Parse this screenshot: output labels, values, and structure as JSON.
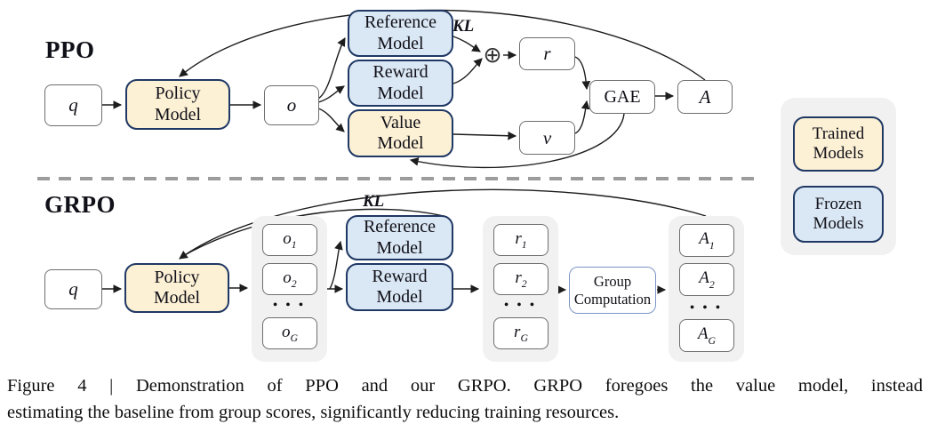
{
  "figure": {
    "caption_line1": "Figure 4 | Demonstration of PPO and our GRPO. GRPO foregoes the value model, instead",
    "caption_line2": "estimating the baseline from group scores, significantly reducing training resources."
  },
  "legend": {
    "trained_label": "Trained Models",
    "frozen_label": "Frozen Models"
  },
  "colors": {
    "trained_fill": "#FCF0D5",
    "frozen_fill": "#DAE7F4",
    "model_border": "#1F3864",
    "container_gray": "#F1F1F2"
  },
  "ppo": {
    "title": "PPO",
    "q_label": "q",
    "policy_label": "Policy Model",
    "o_label": "o",
    "reference_label": "Reference Model",
    "reward_label": "Reward Model",
    "value_label": "Value Model",
    "kl_label": "KL",
    "oplus_symbol": "⊕",
    "r_label": "r",
    "v_label": "v",
    "gae_label": "GAE",
    "a_label": "A"
  },
  "grpo": {
    "title": "GRPO",
    "q_label": "q",
    "policy_label": "Policy Model",
    "kl_label": "KL",
    "reference_label": "Reference Model",
    "reward_label": "Reward Model",
    "group_label": "Group Computation",
    "dots": "• • •",
    "o_items": [
      {
        "base": "o",
        "sub": "1"
      },
      {
        "base": "o",
        "sub": "2"
      },
      {
        "base": "o",
        "sub": "G"
      }
    ],
    "r_items": [
      {
        "base": "r",
        "sub": "1"
      },
      {
        "base": "r",
        "sub": "2"
      },
      {
        "base": "r",
        "sub": "G"
      }
    ],
    "a_items": [
      {
        "base": "A",
        "sub": "1"
      },
      {
        "base": "A",
        "sub": "2"
      },
      {
        "base": "A",
        "sub": "G"
      }
    ]
  }
}
